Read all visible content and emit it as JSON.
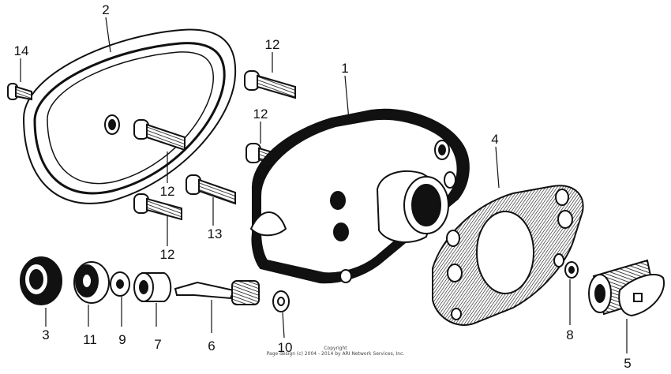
{
  "callouts": {
    "c1": "1",
    "c2": "2",
    "c3": "3",
    "c4": "4",
    "c5": "5",
    "c6": "6",
    "c7": "7",
    "c8": "8",
    "c9": "9",
    "c10": "10",
    "c11": "11",
    "c12a": "12",
    "c12b": "12",
    "c12c": "12",
    "c12d": "12",
    "c13": "13",
    "c14": "14"
  },
  "footer": {
    "line1": "Copyright",
    "line2": "Page design (c) 2004 - 2014 by ARI Network Services, Inc."
  },
  "colors": {
    "ink": "#111111",
    "fill": "#ffffff"
  }
}
